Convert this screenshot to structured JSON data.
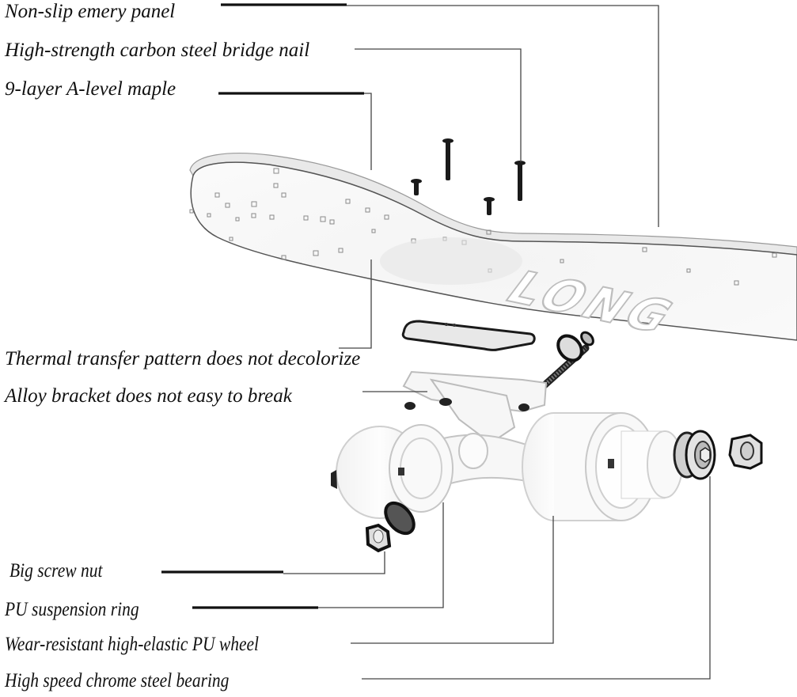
{
  "diagram": {
    "subject": "Exploded view of skateboard with component callouts",
    "deck_graphic_text": "LONG",
    "callouts": [
      {
        "id": "emery",
        "label": "Non-slip emery panel"
      },
      {
        "id": "nail",
        "label": "High-strength carbon steel bridge nail"
      },
      {
        "id": "maple",
        "label": "9-layer A-level maple"
      },
      {
        "id": "thermal",
        "label": "Thermal transfer pattern does not decolorize"
      },
      {
        "id": "bracket",
        "label": "Alloy bracket does not easy to break"
      },
      {
        "id": "nut",
        "label": "Big screw nut"
      },
      {
        "id": "ring",
        "label": "PU suspension ring"
      },
      {
        "id": "wheel",
        "label": "Wear-resistant high-elastic PU wheel"
      },
      {
        "id": "bearing",
        "label": "High speed chrome steel bearing"
      }
    ]
  }
}
